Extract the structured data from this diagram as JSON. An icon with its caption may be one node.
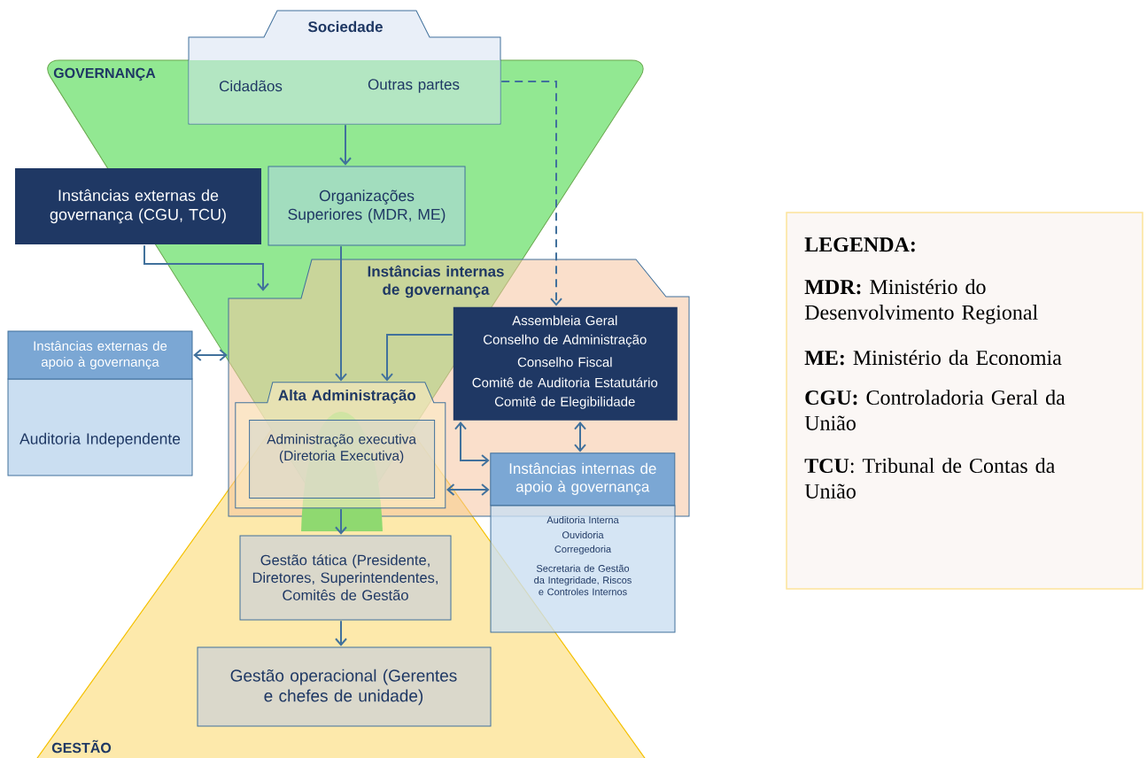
{
  "diagram": {
    "nodes": [
      {
        "text": [
          "Sociedade",
          "Cidadãos",
          "Outras partes"
        ]
      },
      {
        "text": [
          "Instâncias externas de governança (CGU, TCU)"
        ]
      },
      {
        "text": [
          "Organizações Superiores (MDR, ME)"
        ]
      },
      {
        "text": [
          "Instâncias internas de governança"
        ]
      },
      {
        "text": [
          "Assembleia Geral",
          "Conselho de Administração",
          "Conselho Fiscal",
          "Comitê de Auditoria Estatutário",
          "Comitê de Elegibilidade"
        ],
        "in": 3
      },
      {
        "text": [
          "Alta Administração"
        ],
        "in": 3
      },
      {
        "text": [
          "Administração executiva (Diretoria Executiva)"
        ],
        "in": 5
      },
      {
        "text": [
          "Instâncias internas de apoio à governança"
        ],
        "in": 3
      },
      {
        "text": [
          "Auditoria Interna",
          "Ouvidoria",
          "Corregedoria",
          "Secretaria de Gestão da Integridade, Riscos e Controles Internos"
        ]
      },
      {
        "text": [
          "Instâncias externas de apoio à governança",
          "Auditoria Independente"
        ]
      },
      {
        "text": [
          "Gestão tática (Presidente, Diretores, Superintendentes, Comitês de Gestão"
        ]
      },
      {
        "text": [
          "Gestão operacional (Gerentes e chefes de unidade)"
        ]
      }
    ],
    "edges": [
      {
        "from": 0,
        "to": 2,
        "arrow": "to"
      },
      {
        "from": 0,
        "to": 4,
        "arrow": "to",
        "style": "dashed"
      },
      {
        "from": 1,
        "to": 3,
        "arrow": "to"
      },
      {
        "from": 2,
        "to": 5,
        "arrow": "to"
      },
      {
        "from": 4,
        "to": 5,
        "arrow": "to"
      },
      {
        "from": 9,
        "to": 3,
        "arrow": "both"
      },
      {
        "from": 4,
        "to": 7,
        "arrow": "both"
      },
      {
        "from": 4,
        "to": 7,
        "arrow": "both"
      },
      {
        "from": 5,
        "to": 7,
        "arrow": "both"
      },
      {
        "from": 5,
        "to": 10,
        "arrow": "to"
      },
      {
        "from": 10,
        "to": 11,
        "arrow": "to"
      }
    ],
    "labels": [
      "GOVERNANÇA",
      "GESTÃO",
      "LEGENDA:",
      "**MDR:** Ministério do Desenvolvimento Regional",
      "**ME:** Ministério da Economia",
      "**CGU:** Controladoria Geral da União",
      "**TCU**: Tribunal de Contas da União"
    ]
  }
}
